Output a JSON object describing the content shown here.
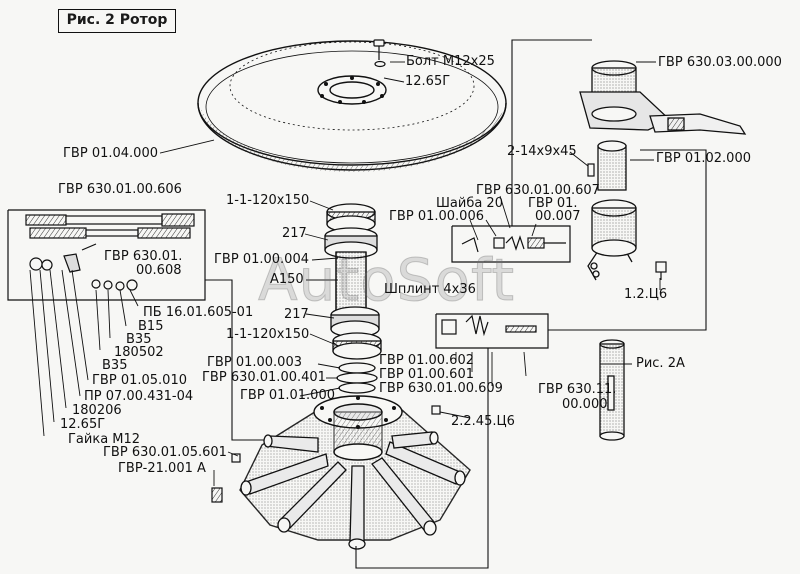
{
  "figure": {
    "title": "Рис. 2 Ротор",
    "watermark": "AutoSoft"
  },
  "labels": {
    "bolt": "Болт М12х25",
    "washer_12_65": "12.65Г",
    "gvr_01_04": "ГВР 01.04.000",
    "gvr_630_03": "ГВР 630.03.00.000",
    "key_2_14": "2-14х9х45",
    "gvr_01_02": "ГВР 01.02.000",
    "gvr_630_01_606": "ГВР 630.01.00.606",
    "b_1_1_top": "1-1-120х150",
    "gvr_630_01_607": "ГВР 630.01.00.607",
    "shaiba_20": "Шайба 20",
    "gvr_01_006": "ГВР 01.00.006",
    "gvr_01_007_a": "ГВР 01.",
    "gvr_01_007_b": "00.007",
    "n217_top": "217",
    "gvr_630_01_608_a": "ГВР 630.01.",
    "gvr_630_01_608_b": "00.608",
    "gvr_01_004": "ГВР 01.00.004",
    "a150": "А150",
    "shplint": "Шплинт 4х36",
    "bolt_1_2": "1.2.Ц6",
    "pb": "ПБ 16.01.605-01",
    "n217_bot": "217",
    "b15": "В15",
    "b_1_1_bot": "1-1-120х150",
    "b35_a": "В35",
    "n180502": "180502",
    "b35_b": "В35",
    "gvr_01_003": "ГВР 01.00.003",
    "gvr_01_602": "ГВР 01.00.602",
    "gvr_01_601": "ГВР 01.00.601",
    "gvr_630_01_401": "ГВР 630.01.00.401",
    "gvr_630_01_609": "ГВР 630.01.00.609",
    "gvr_01_05_010": "ГВР 01.05.010",
    "pr_07": "ПР 07.00.431-04",
    "gvr_01_01": "ГВР 01.01.000",
    "gvr_630_11_a": "ГВР 630.11.",
    "gvr_630_11_b": "00.000",
    "ris_2a": "Рис. 2А",
    "n180206": "180206",
    "washer_12_65_b": "12.65Г",
    "bolt_2_2_45": "2.2.45.Ц6",
    "gaika": "Гайка М12",
    "gvr_630_01_05_601": "ГВР 630.01.05.601",
    "gvr_21_001": "ГВР-21.001 А"
  }
}
